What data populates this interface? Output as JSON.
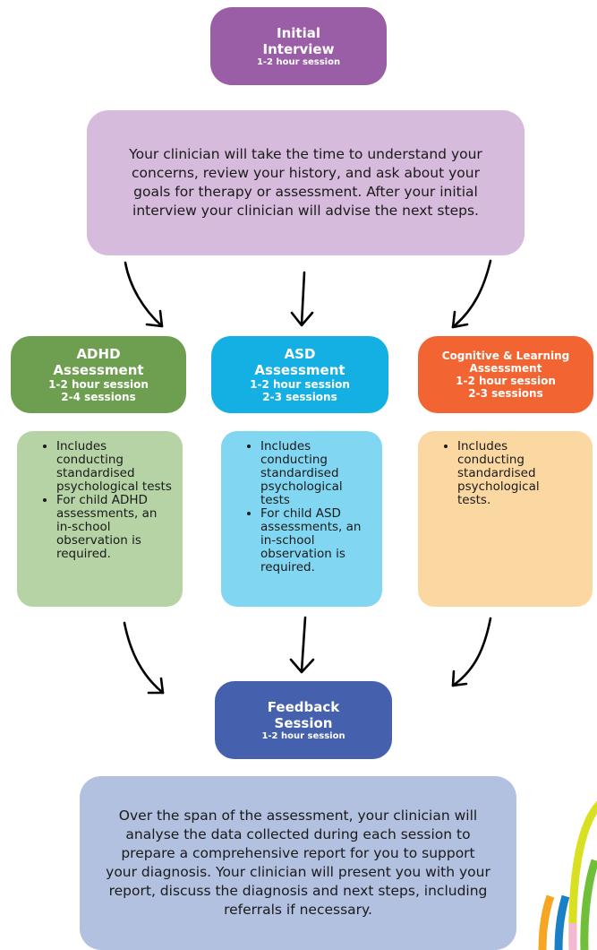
{
  "initial": {
    "title": "Initial Interview",
    "session": "1-2 hour session",
    "description": "Your clinician will take the time to understand your concerns, review your history, and ask about your goals for therapy or assessment. After your initial interview your clinician will advise the next steps."
  },
  "assessments": [
    {
      "title": "ADHD Assessment",
      "session": "1-2 hour session",
      "count": "2-4 sessions",
      "color": "#6e9f50",
      "details": [
        "Includes conducting standardised psychological tests",
        "For child ADHD assessments, an in-school observation is required."
      ]
    },
    {
      "title": "ASD Assessment",
      "session": "1-2 hour session",
      "count": "2-3 sessions",
      "color": "#14afe3",
      "details": [
        "Includes conducting standardised psychological tests",
        "For child ASD assessments, an in-school observation is required."
      ]
    },
    {
      "title": "Cognitive & Learning Assessment",
      "session": "1-2 hour session",
      "count": "2-3 sessions",
      "color": "#f26532",
      "details": [
        "Includes conducting standardised psychological tests."
      ]
    }
  ],
  "feedback": {
    "title": "Feedback Session",
    "session": "1-2 hour session",
    "description": "Over the span of the assessment, your clinician will analyse the data collected during each session to prepare a comprehensive report for you to support your diagnosis. Your clinician will present you with your report, discuss the diagnosis and next steps, including referrals if necessary."
  },
  "colors": {
    "initial": "#9a5ea7",
    "initial_desc": "#d6bbdc",
    "feedback": "#4560ad",
    "feedback_desc": "#b3c1e1"
  }
}
